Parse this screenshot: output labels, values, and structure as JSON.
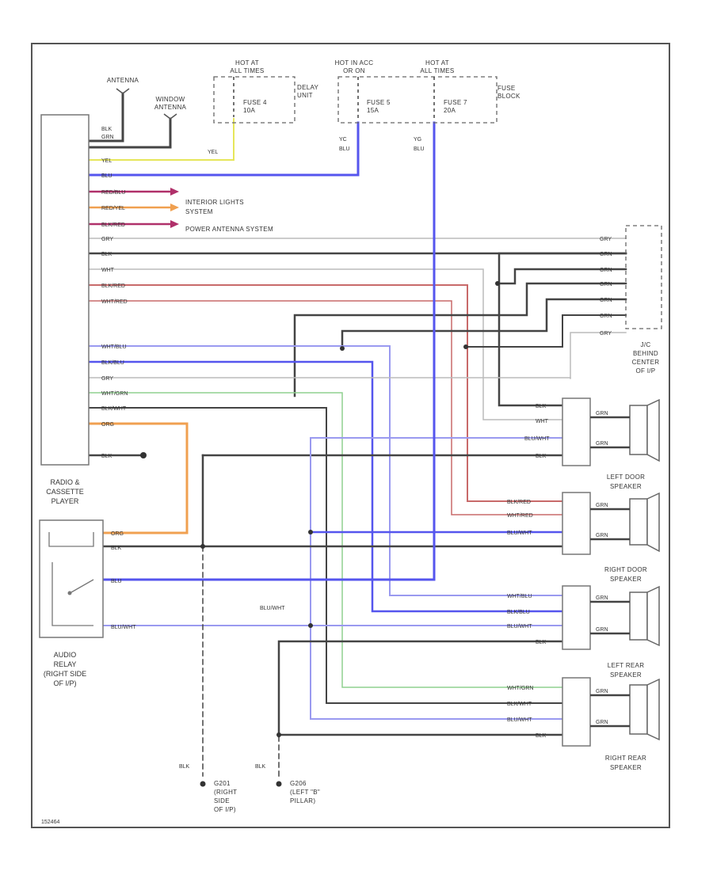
{
  "components": {
    "radio": {
      "label_lines": [
        "RADIO &",
        "CASSETTE",
        "PLAYER"
      ]
    },
    "audio_relay": {
      "label_lines": [
        "AUDIO",
        "RELAY",
        "(RIGHT SIDE",
        "OF I/P)"
      ]
    },
    "antenna": {
      "label": "ANTENNA"
    },
    "window_antenna": {
      "label_lines": [
        "WINDOW",
        "ANTENNA"
      ]
    },
    "fuse_4": {
      "hot": [
        "HOT AT",
        "ALL TIMES"
      ],
      "name": [
        "FUSE 4",
        "10A"
      ]
    },
    "delay_unit": {
      "label_lines": [
        "DELAY",
        "UNIT"
      ]
    },
    "fuse_5": {
      "hot": [
        "HOT IN ACC",
        "OR ON"
      ],
      "name": [
        "FUSE 5",
        "15A"
      ]
    },
    "fuse_7": {
      "hot": [
        "HOT AT",
        "ALL TIMES"
      ],
      "name": [
        "FUSE 7",
        "20A"
      ]
    },
    "fuse_block": {
      "label_lines": [
        "FUSE",
        "BLOCK"
      ]
    },
    "jc": {
      "label_lines": [
        "J/C",
        "BEHIND",
        "CENTER",
        "OF I/P"
      ]
    },
    "left_door_speaker": {
      "label_lines": [
        "LEFT DOOR",
        "SPEAKER"
      ]
    },
    "right_door_speaker": {
      "label_lines": [
        "RIGHT DOOR",
        "SPEAKER"
      ]
    },
    "left_rear_speaker": {
      "label_lines": [
        "LEFT REAR",
        "SPEAKER"
      ]
    },
    "right_rear_speaker": {
      "label_lines": [
        "RIGHT REAR",
        "SPEAKER"
      ]
    },
    "ground_1": {
      "wire": "BLK",
      "label_lines": [
        "G201",
        "(RIGHT",
        "SIDE",
        "OF I/P)"
      ]
    },
    "ground_2": {
      "wire": "BLK",
      "label_lines": [
        "G206",
        "(LEFT \"B\"",
        "PILLAR)"
      ]
    }
  },
  "system_labels": {
    "interior_lights": [
      "INTERIOR LIGHTS",
      "SYSTEM"
    ],
    "power_antenna": "POWER ANTENNA SYSTEM"
  },
  "wire_labels": {
    "radio_pins": [
      "YEL",
      "BLU",
      "RED/BLU",
      "RED/YEL",
      "BLK/RED",
      "GRY",
      "BLK",
      "WHT",
      "BLK/RED",
      "WHT/RED",
      "WHT/BLU",
      "BLK/BLU",
      "GRY",
      "WHT/GRN",
      "BLK/WHT",
      "ORG",
      "BLK"
    ],
    "top_pins": [
      "BLK",
      "GRN"
    ],
    "fuse_4_wire": "YEL",
    "fuse_5_wire": [
      "YC",
      "BLU"
    ],
    "fuse_7_wire": [
      "YG",
      "BLU"
    ],
    "jc_pins": [
      "GRY",
      "GRN",
      "GRN",
      "GRN",
      "GRN",
      "GRN",
      "GRY"
    ],
    "left_door": [
      "BLK",
      "WHT",
      "BLU/WHT",
      "BLK"
    ],
    "right_door": [
      "BLK/RED",
      "WHT/RED",
      "BLU/WHT"
    ],
    "left_rear": [
      "WHT/BLU",
      "BLK/BLU",
      "BLU/WHT",
      "BLK"
    ],
    "right_rear": [
      "WHT/GRN",
      "BLK/WHT",
      "BLU/WHT",
      "BLK"
    ],
    "speaker_pins": [
      "GRN",
      "GRN"
    ],
    "relay_pins": [
      "ORG",
      "BLK",
      "BLU",
      "BLU/WHT"
    ],
    "mid_label": "BLU/WHT"
  },
  "footer": {
    "code": "152464"
  },
  "colors": {
    "yel": "#e6e65a",
    "blu": "#5555ee",
    "lblu": "#9a9af0",
    "red": "#c86a6a",
    "org": "#f0a050",
    "blk": "#444444",
    "gry": "#bbbbbb",
    "grn": "#8fd08f",
    "magenta": "#b0306a"
  }
}
